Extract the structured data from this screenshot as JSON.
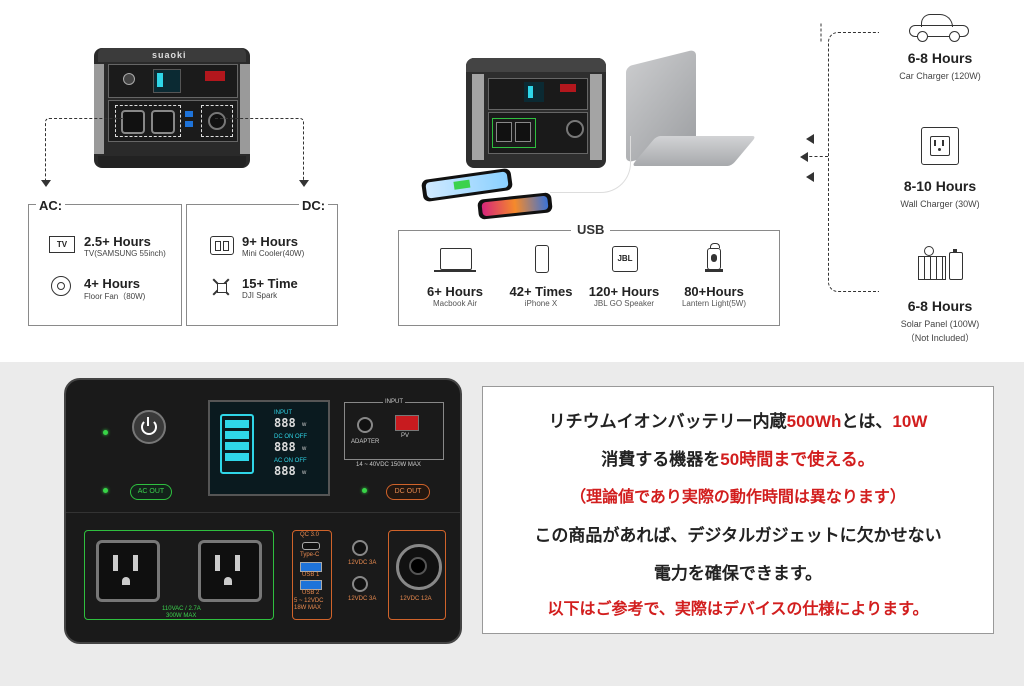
{
  "brand": "suaoki",
  "ac": {
    "label": "AC:",
    "items": [
      {
        "icon": "tv-icon",
        "icon_text": "TV",
        "hours": "2.5+ Hours",
        "device": "TV(SAMSUNG 55inch)"
      },
      {
        "icon": "fan-icon",
        "hours": "4+ Hours",
        "device": "Floor Fan（80W)"
      }
    ]
  },
  "dc": {
    "label": "DC:",
    "items": [
      {
        "icon": "mini-cooler-icon",
        "hours": "9+ Hours",
        "device": "Mini Cooler(40W)"
      },
      {
        "icon": "drone-icon",
        "hours": "15+ Time",
        "device": "DJI Spark"
      }
    ]
  },
  "usb": {
    "title": "USB",
    "items": [
      {
        "icon": "laptop-icon",
        "hours": "6+ Hours",
        "device": "Macbook Air"
      },
      {
        "icon": "phone-icon",
        "hours": "42+ Times",
        "device": "iPhone X"
      },
      {
        "icon": "speaker-icon",
        "icon_text": "JBL",
        "hours": "120+ Hours",
        "device": "JBL GO Speaker"
      },
      {
        "icon": "lantern-icon",
        "hours": "80+Hours",
        "device": "Lantern Light(5W)"
      }
    ]
  },
  "charging": [
    {
      "icon": "car-icon",
      "hours": "6-8 Hours",
      "device": "Car Charger (120W)"
    },
    {
      "icon": "wall-outlet-icon",
      "hours": "8-10 Hours",
      "device": "Wall Charger (30W)"
    },
    {
      "icon": "solar-panel-icon",
      "hours": "6-8 Hours",
      "device": "Solar Panel (100W)",
      "note": "（Not Included）"
    }
  ],
  "panel": {
    "input_label": "INPUT",
    "adapter": "ADAPTER",
    "pv": "PV",
    "input_spec": "14 ~ 40VDC 150W MAX",
    "ac_out": "AC OUT",
    "dc_out": "DC OUT",
    "ac_spec_1": "110VAC / 2.7A",
    "ac_spec_2": "300W MAX",
    "qc": "QC 3.0",
    "typec": "Type-C",
    "usb1": "USB 1",
    "usb2": "USB 2",
    "usb_spec": "5 ~ 12VDC 18W MAX",
    "dc1": "12VDC 3A",
    "dc2": "12VDC 3A",
    "car": "12VDC 12A",
    "lcd_input": "INPUT",
    "lcd_dc": "DC  ON OFF",
    "lcd_ac": "AC  ON OFF",
    "lcd_digits": "888",
    "lcd_unit": "w"
  },
  "jp_text": {
    "l1a": "リチウムイオンバッテリー内蔵",
    "l1b": "500Wh",
    "l1c": "とは、",
    "l1d": "10W",
    "l2a": "消費する機器を",
    "l2b": "50時間まで使える。",
    "l3": "（理論値であり実際の動作時間は異なります）",
    "l4": "この商品があれば、デジタルガジェットに欠かせない",
    "l5": "電力を確保できます。",
    "l6": "以下はご参考で、実際はデバイスの仕様によります。"
  },
  "colors": {
    "accent_red": "#d21e1e",
    "led_green": "#38d447",
    "dc_orange": "#d0632a",
    "lcd_cyan": "#2fd6e8"
  }
}
